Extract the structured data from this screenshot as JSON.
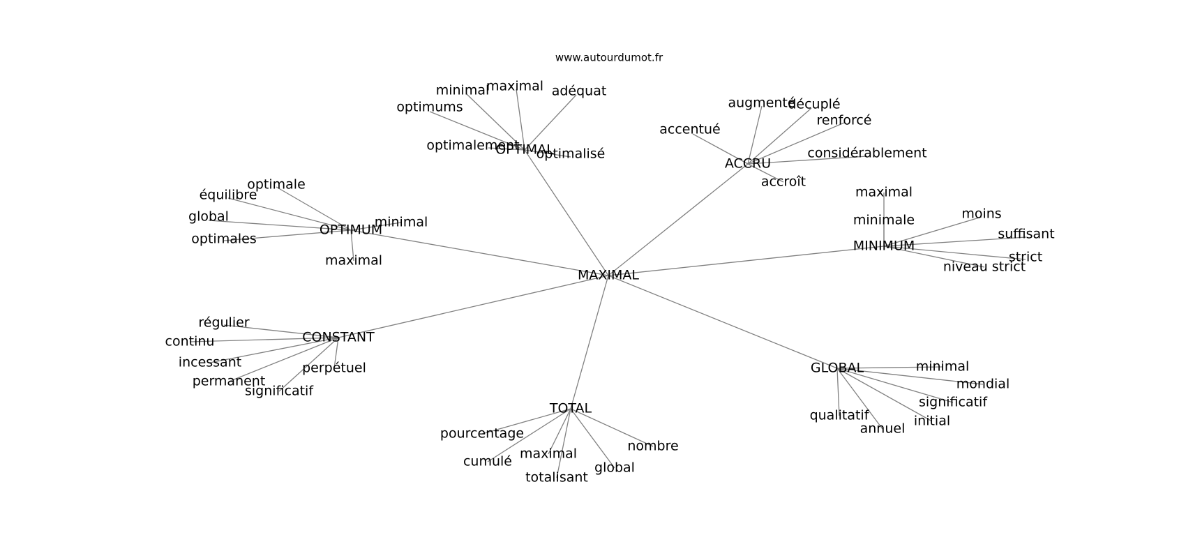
{
  "source": "www.autourdumot.fr",
  "center": "MAXIMAL",
  "clusters": [
    {
      "word": "OPTIMAL",
      "related": [
        "minimal",
        "maximal",
        "adéquat",
        "optimums",
        "optimalement",
        "optimalisé"
      ]
    },
    {
      "word": "ACCRU",
      "related": [
        "accentué",
        "augmenté",
        "décuplé",
        "renforcé",
        "considérablement",
        "accroît"
      ]
    },
    {
      "word": "OPTIMUM",
      "related": [
        "optimale",
        "équilibre",
        "global",
        "optimales",
        "minimal",
        "maximal"
      ]
    },
    {
      "word": "MINIMUM",
      "related": [
        "maximal",
        "minimale",
        "moins",
        "suffisant",
        "strict",
        "niveau strict"
      ]
    },
    {
      "word": "CONSTANT",
      "related": [
        "régulier",
        "continu",
        "incessant",
        "permanent",
        "significatif",
        "perpétuel"
      ]
    },
    {
      "word": "GLOBAL",
      "related": [
        "minimal",
        "mondial",
        "significatif",
        "initial",
        "annuel",
        "qualitatif"
      ]
    },
    {
      "word": "TOTAL",
      "related": [
        "pourcentage",
        "cumulé",
        "maximal",
        "totalisant",
        "global",
        "nombre"
      ]
    }
  ],
  "colors": {
    "edge": "#808080",
    "text": "#000000",
    "background": "#ffffff"
  }
}
